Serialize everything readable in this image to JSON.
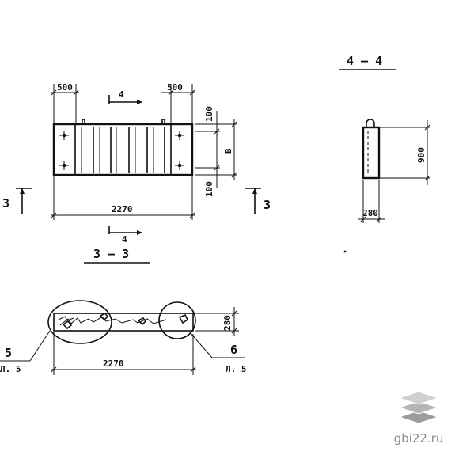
{
  "elevation": {
    "dim_left_offset": "500",
    "dim_right_offset": "500",
    "dim_length": "2270",
    "dim_top_gap": "100",
    "dim_bottom_gap": "100",
    "dim_height": "B",
    "section_4_mark": "4",
    "section_4_mark_bottom": "4",
    "section_3_left": "3",
    "section_3_right": "3"
  },
  "section_4_4": {
    "title": "4 — 4",
    "dim_height": "900",
    "dim_width": "280"
  },
  "section_3_3": {
    "title": "3 — 3",
    "dim_length": "2270",
    "dim_width": "280",
    "callout_left_number": "5",
    "callout_left_sheet": "Л. 5",
    "callout_right_number": "6",
    "callout_right_sheet": "Л. 5"
  },
  "watermark": {
    "text": "gbi22.ru",
    "colors": [
      "#cfcfcf",
      "#b5b5b5",
      "#9c9c9c"
    ]
  }
}
